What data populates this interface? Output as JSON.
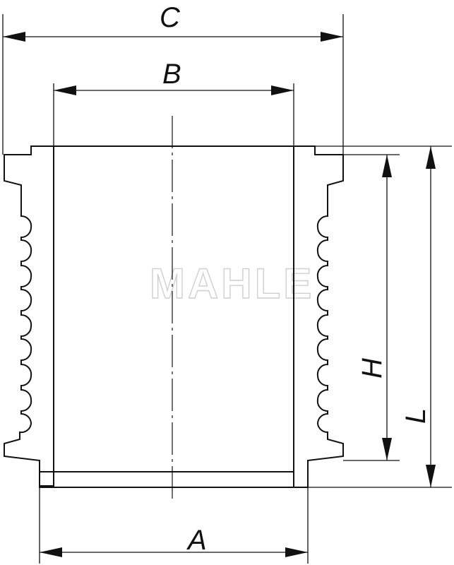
{
  "drawing": {
    "dimensions": {
      "a": "A",
      "b": "B",
      "c": "C",
      "h": "H",
      "l": "L"
    },
    "watermark": "MAHLE"
  }
}
